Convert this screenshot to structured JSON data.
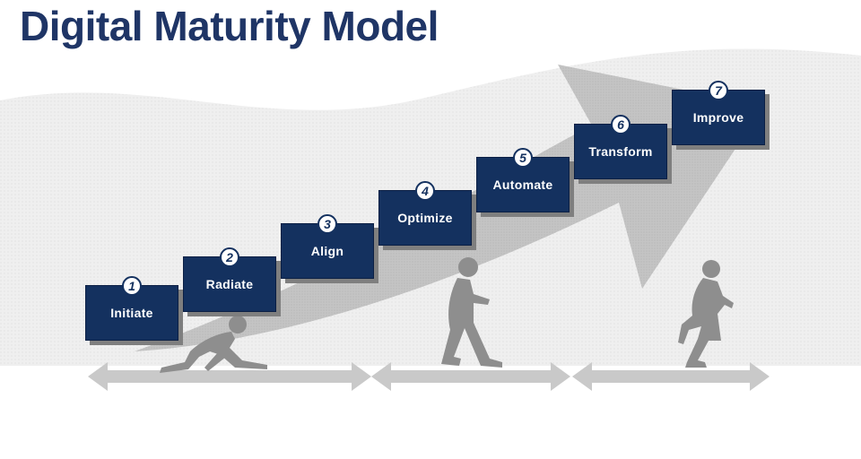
{
  "title": "Digital Maturity Model",
  "steps": [
    {
      "number": "1",
      "label": "Initiate"
    },
    {
      "number": "2",
      "label": "Radiate"
    },
    {
      "number": "3",
      "label": "Align"
    },
    {
      "number": "4",
      "label": "Optimize"
    },
    {
      "number": "5",
      "label": "Automate"
    },
    {
      "number": "6",
      "label": "Transform"
    },
    {
      "number": "7",
      "label": "Improve"
    }
  ],
  "figures": [
    "crawling-person-icon",
    "walking-person-icon",
    "running-person-icon"
  ],
  "colors": {
    "title": "#1f3566",
    "step_box": "#14315f",
    "step_shadow": "#7f7f7f",
    "arrow": "#bdbdbd",
    "background_wave": "#eeeeee",
    "figure": "#8e8e8e"
  }
}
